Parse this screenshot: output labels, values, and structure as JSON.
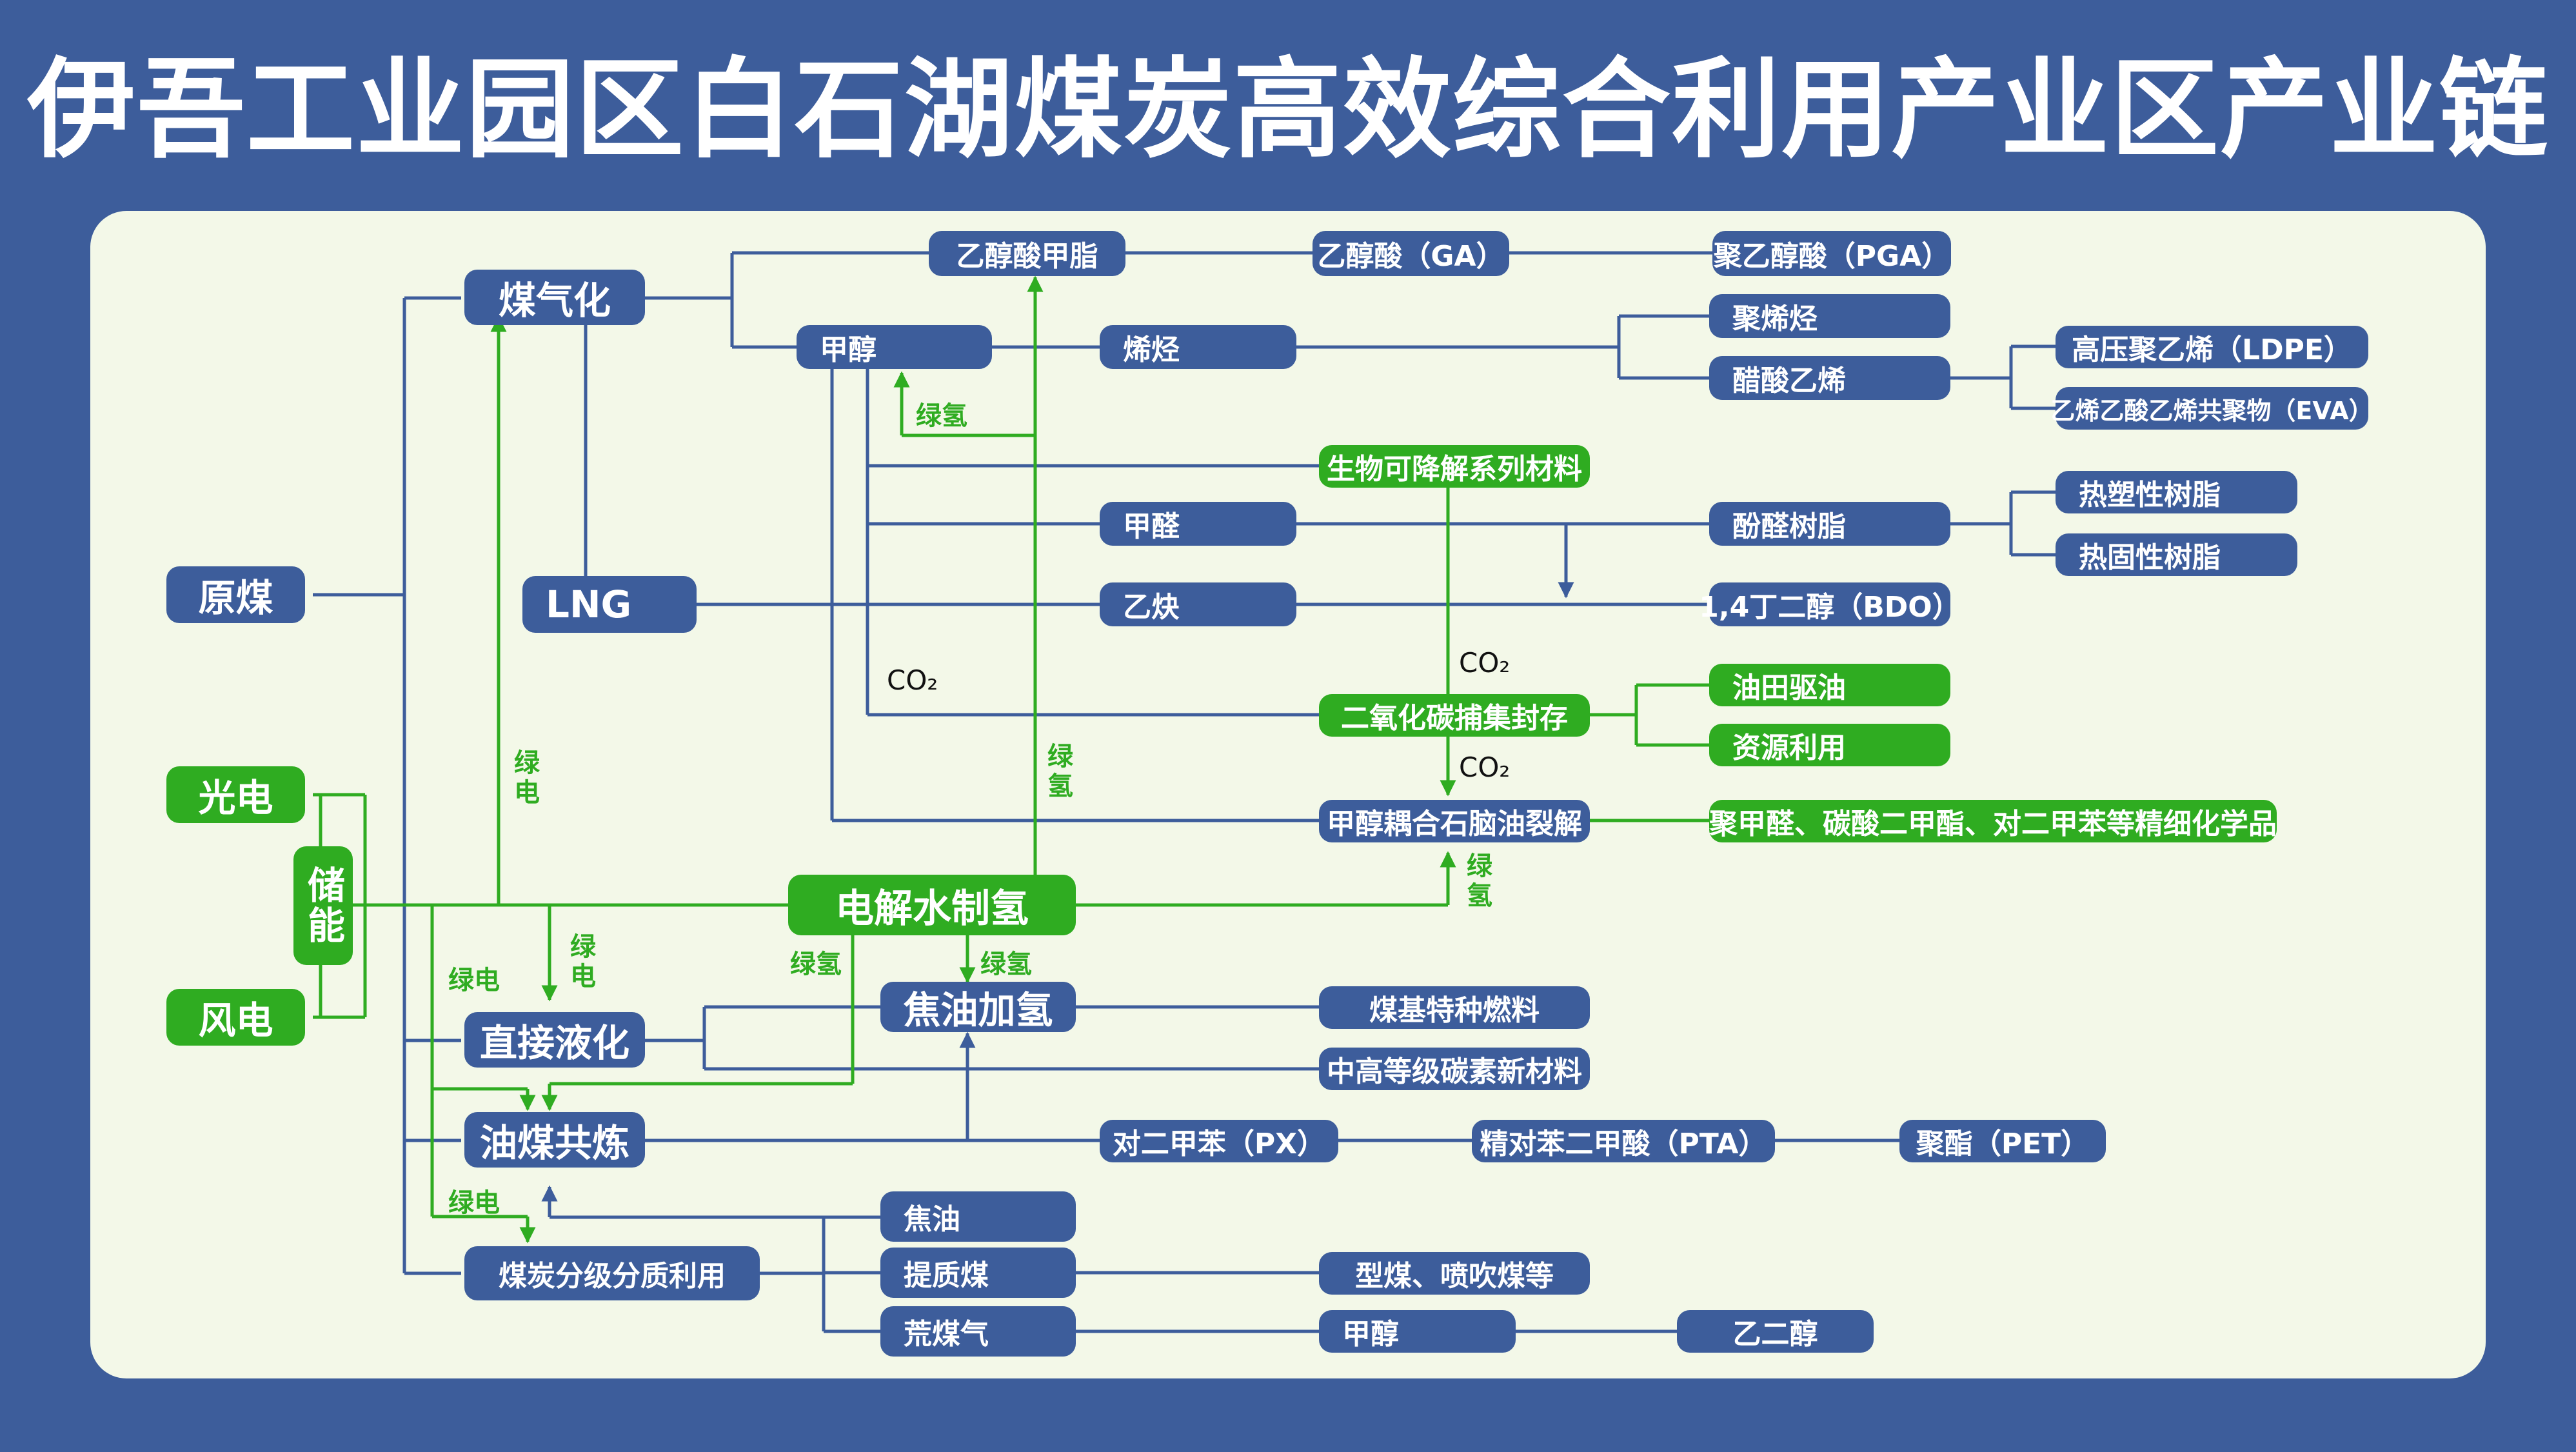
{
  "title": "伊吾工业园区白石湖煤炭高效综合利用产业区产业链",
  "colors": {
    "blue": "#3d5d9b",
    "green": "#2fac21",
    "panel": "#f3f8e8",
    "title_text": "#ffffff"
  },
  "nodes": {
    "yuanmei": "原煤",
    "guangdian": "光电",
    "fengdian": "风电",
    "chuneng": "储能",
    "meiqihua": "煤气化",
    "lng": "LNG",
    "zhijieyehua": "直接液化",
    "youmeigonglian": "油煤共炼",
    "fenji": "煤炭分级分质利用",
    "dianjie": "电解水制氢",
    "jiaoyoujiaqing": "焦油加氢",
    "jiaoyou": "焦油",
    "tizhimei": "提质煤",
    "huangmeiqi": "荒煤气",
    "yichunsuanjiazhi": "乙醇酸甲脂",
    "jiachun": "甲醇",
    "xiting": "烯烃",
    "jiaquan": "甲醛",
    "yique": "乙炔",
    "duierjiaben": "对二甲苯（PX）",
    "yichunsuan": "乙醇酸（GA）",
    "shengwu": "生物可降解系列材料",
    "eryanghuatan": "二氧化碳捕集封存",
    "jiachunouhe": "甲醇耦合石脑油裂解",
    "meiji": "煤基特种燃料",
    "zhonggao": "中高等级碳素新材料",
    "jingduier": "精对苯二甲酸（PTA）",
    "xingmei": "型煤、喷吹煤等",
    "jiachun2": "甲醇",
    "juyichunsuan": "聚乙醇酸（PGA）",
    "juxiting": "聚烯烃",
    "cusuanyixi": "醋酸乙烯",
    "fenquan": "酚醛树脂",
    "bdo": "1,4丁二醇（BDO）",
    "youtian": "油田驱油",
    "ziyuan": "资源利用",
    "jujiaquan": "聚甲醛、碳酸二甲酯、对二甲苯等精细化学品",
    "juzhi": "聚酯（PET）",
    "yierchun": "乙二醇",
    "ldpe": "高压聚乙烯（LDPE）",
    "eva": "乙烯乙酸乙烯共聚物（EVA）",
    "resuxing": "热塑性树脂",
    "regu": "热固性树脂"
  },
  "labels": {
    "lvqing": "绿氢",
    "lvdian": "绿电",
    "co2": "CO₂"
  }
}
